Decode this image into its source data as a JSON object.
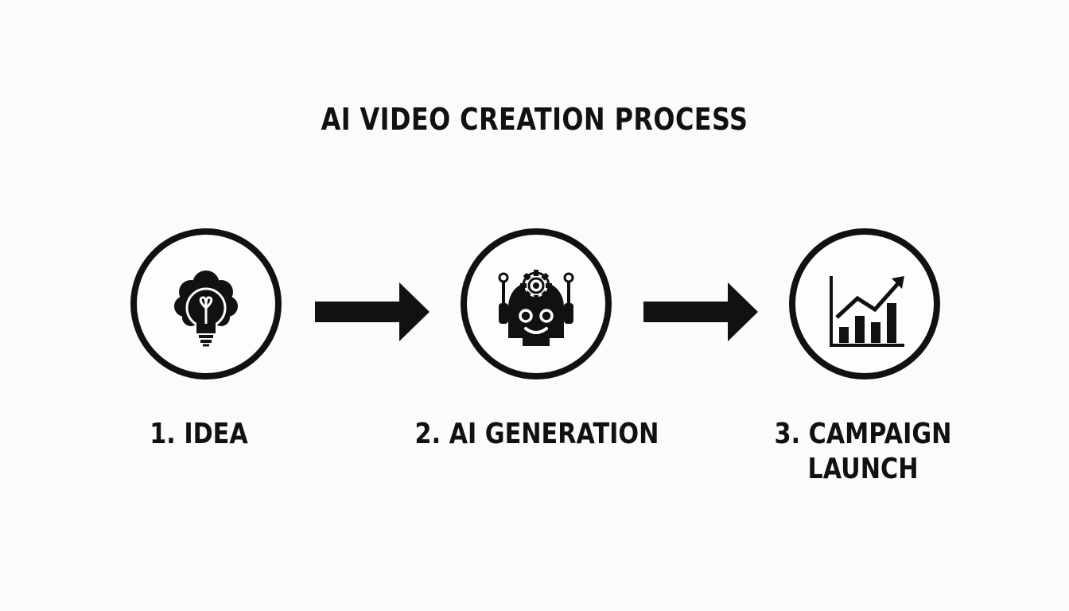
{
  "title": "AI VIDEO CREATION PROCESS",
  "steps": [
    {
      "label_lines": [
        "1. IDEA"
      ],
      "icon": "brain-lightbulb-icon"
    },
    {
      "label_lines": [
        "2. AI GENERATION"
      ],
      "icon": "robot-gear-icon"
    },
    {
      "label_lines": [
        "3. CAMPAIGN",
        "LAUNCH"
      ],
      "icon": "growth-chart-icon"
    }
  ],
  "connectors": [
    "arrow-right-icon",
    "arrow-right-icon"
  ],
  "colors": {
    "foreground": "#111111",
    "background": "#fbfbfb"
  }
}
